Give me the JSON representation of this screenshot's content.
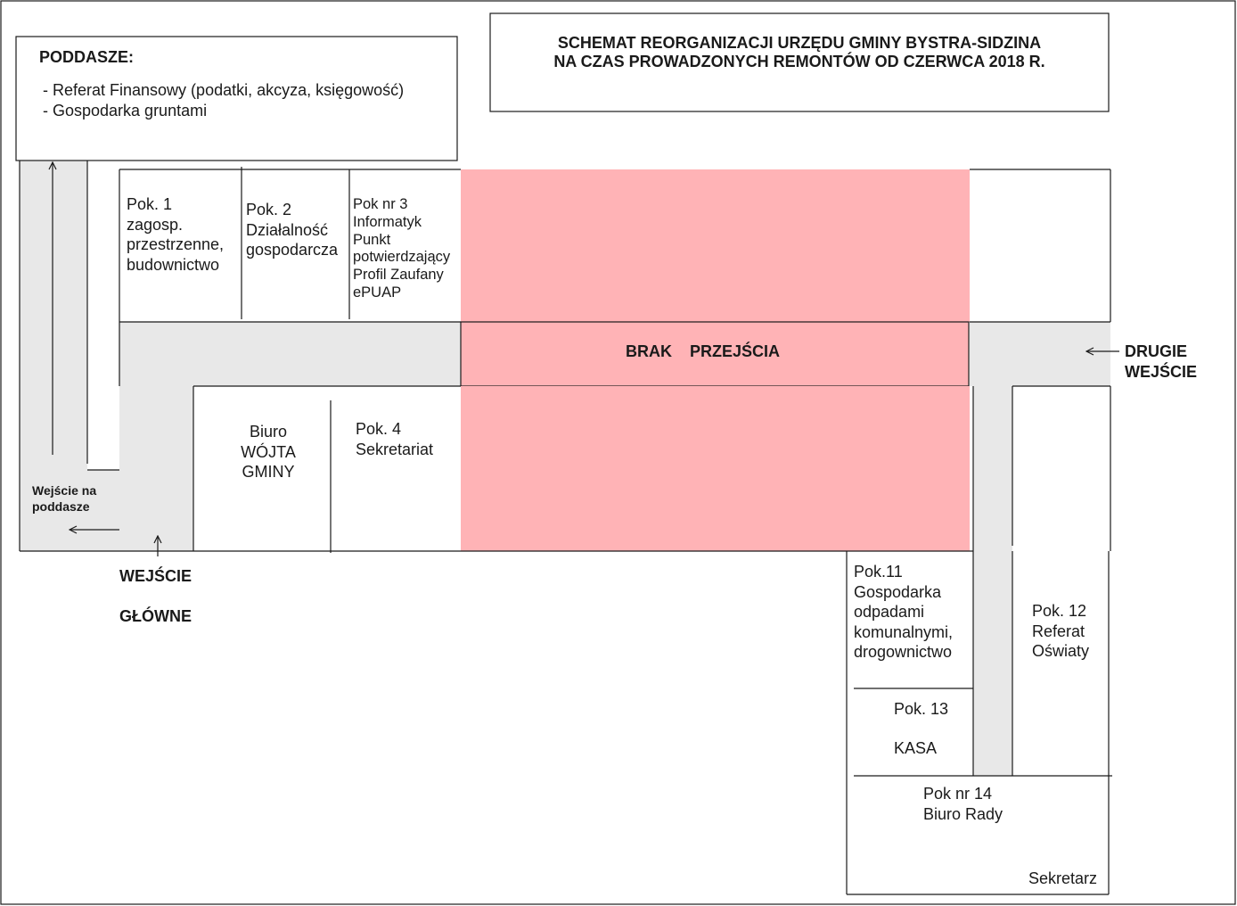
{
  "title": {
    "line1": "SCHEMAT REORGANIZACJI URZĘDU GMINY BYSTRA-SIDZINA",
    "line2": "NA CZAS PROWADZONYCH REMONTÓW OD CZERWCA 2018 R."
  },
  "attic": {
    "heading": "PODDASZE:",
    "items": [
      "- Referat Finansowy (podatki, akcyza, księgowość)",
      "- Gospodarka gruntami"
    ]
  },
  "rooms": {
    "pok1": [
      "Pok. 1",
      "zagosp.",
      "przestrzenne,",
      "budownictwo"
    ],
    "pok2": [
      "Pok. 2",
      "Działalność",
      "gospodarcza"
    ],
    "pok3": [
      "Pok nr 3",
      "Informatyk",
      "Punkt",
      "potwierdzający",
      "Profil Zaufany",
      "ePUAP"
    ],
    "wojt": [
      "Biuro",
      "WÓJTA",
      "GMINY"
    ],
    "pok4": [
      "Pok. 4",
      "Sekretariat"
    ],
    "pok11": [
      "Pok.11",
      "Gospodarka",
      "odpadami",
      "komunalnymi,",
      "drogownictwo"
    ],
    "pok12": [
      "Pok. 12",
      "Referat",
      "Oświaty"
    ],
    "pok13": [
      "Pok. 13",
      "KASA"
    ],
    "pok14": [
      "Pok nr 14",
      "Biuro Rady"
    ],
    "sekretarz": "Sekretarz"
  },
  "no_passage": "BRAK    PRZEJŚCIA",
  "entrances": {
    "main": [
      "WEJŚCIE",
      "GŁÓWNE"
    ],
    "second": [
      "DRUGIE",
      "WEJŚCIE"
    ],
    "attic_entry": [
      "Wejście na",
      "poddasze"
    ]
  },
  "colors": {
    "closed_zone": "#ffb3b6",
    "corridor": "#e8e8e8",
    "line": "#1a1a1a"
  }
}
